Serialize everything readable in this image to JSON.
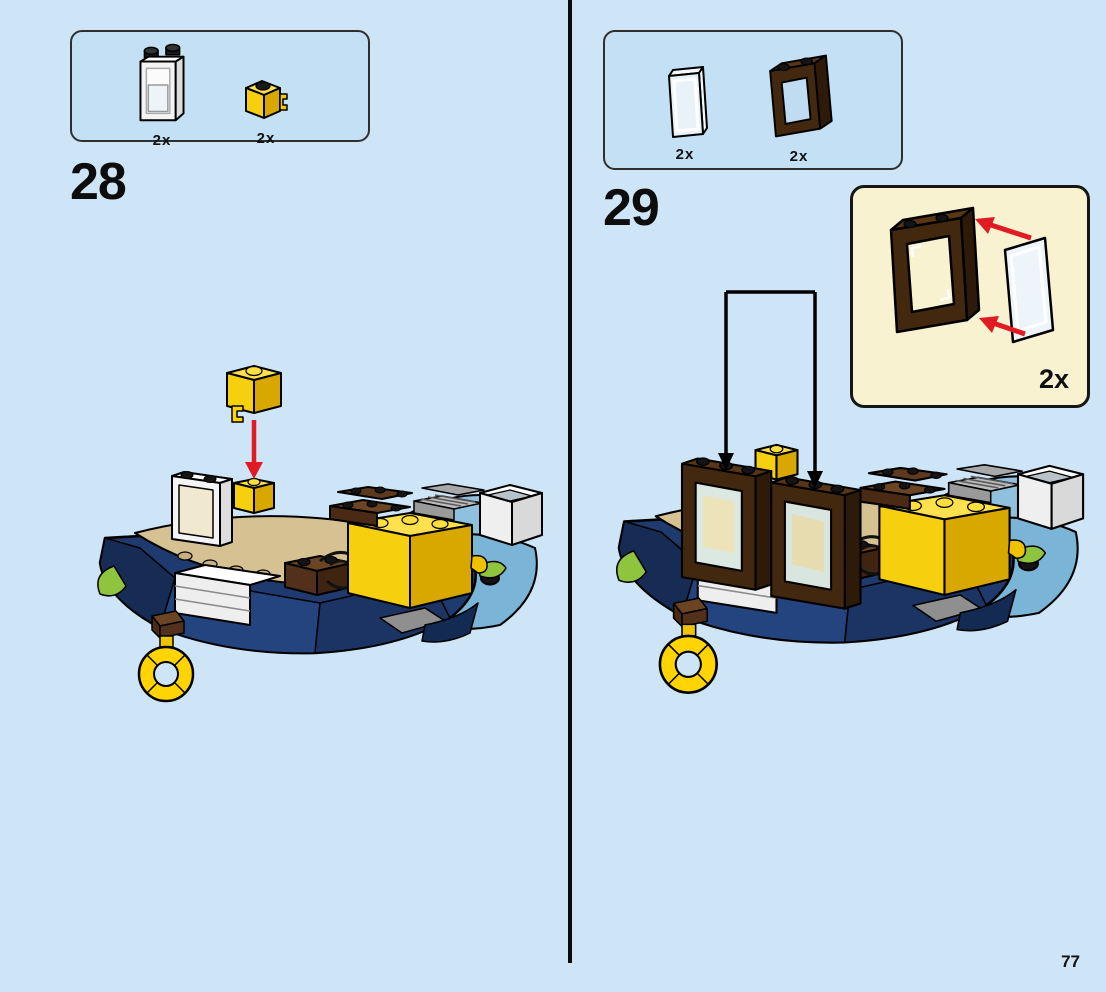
{
  "page": {
    "number": "77"
  },
  "colors": {
    "background": "#cde5f7",
    "parts_box_blue": "#c3e0f5",
    "inset_cream": "#f8f2d0",
    "arrow_red": "#e01b24",
    "brick_yellow": "#f6cf0e",
    "frame_brown": "#42280e",
    "hull_navy": "#1e3a6e"
  },
  "steps": [
    {
      "number": "28",
      "parts": [
        {
          "piece": "white-panel-1x2x2-with-window",
          "count": "2x"
        },
        {
          "piece": "yellow-brick-1x1-with-clip",
          "count": "2x"
        }
      ]
    },
    {
      "number": "29",
      "parts": [
        {
          "piece": "trans-clear-glass-panel-1x2x2",
          "count": "2x"
        },
        {
          "piece": "dark-brown-window-frame-1x2x2",
          "count": "2x"
        }
      ],
      "inset": {
        "count": "2x"
      }
    }
  ]
}
